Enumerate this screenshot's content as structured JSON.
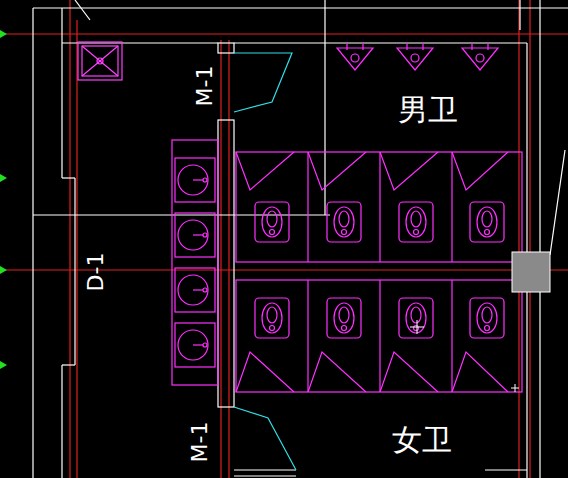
{
  "diagram": {
    "labels": [
      "M-1",
      "男卫",
      "D-1",
      "M-1",
      "女卫"
    ]
  }
}
